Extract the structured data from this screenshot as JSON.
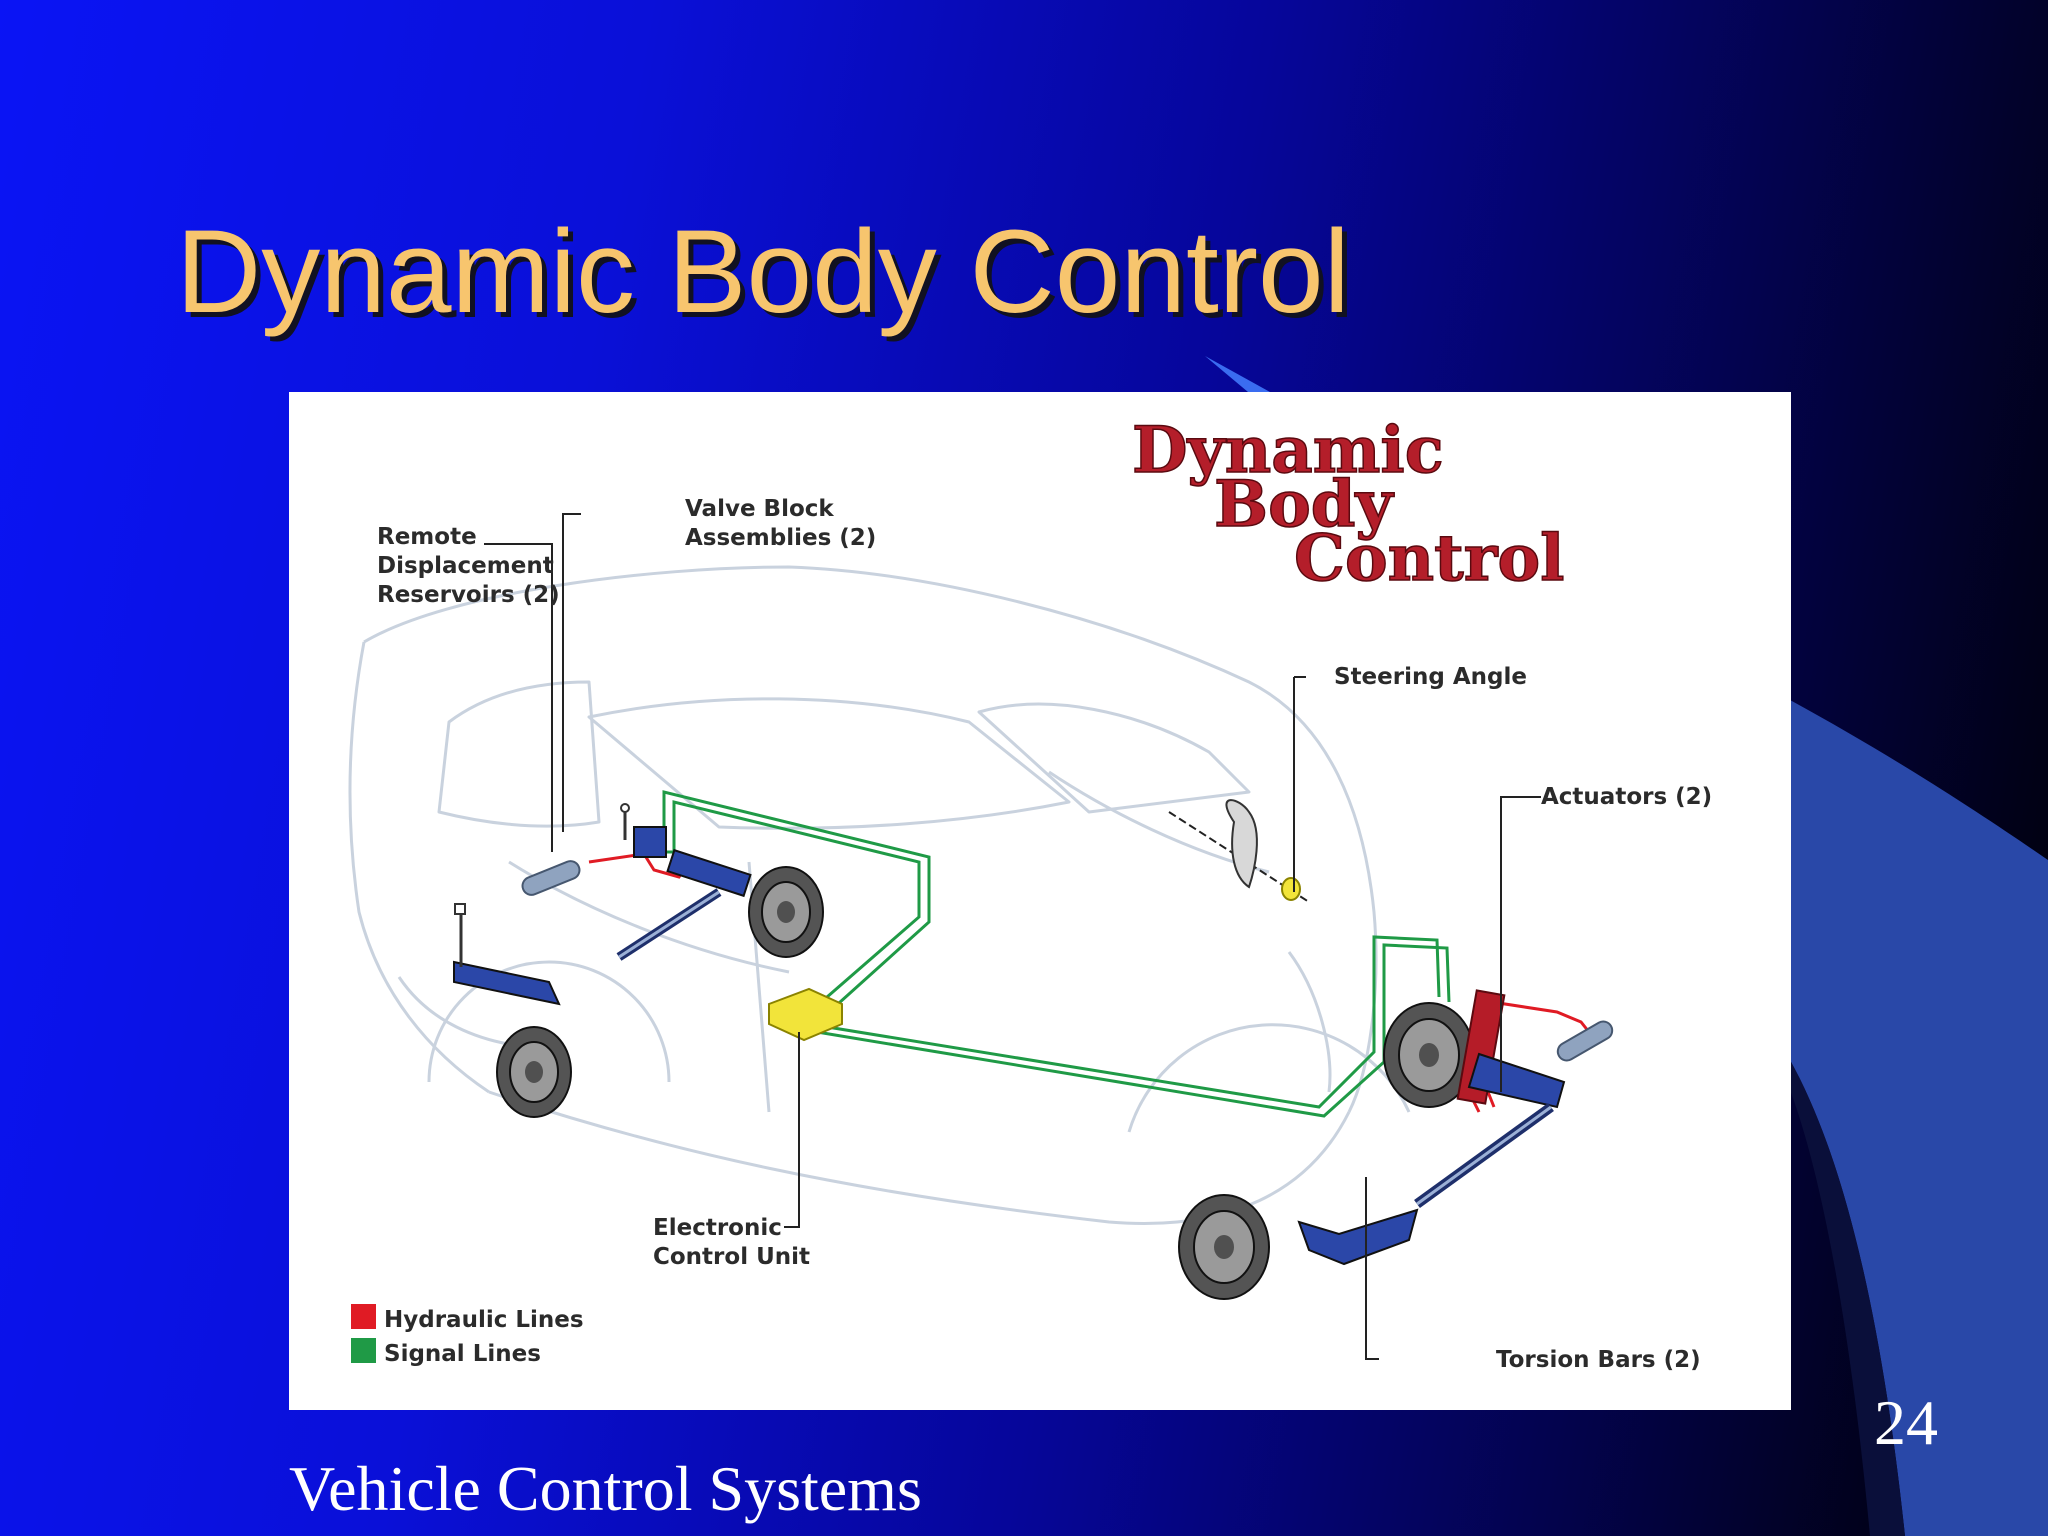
{
  "slide": {
    "title": "Dynamic Body Control",
    "footer": "Vehicle Control Systems",
    "page_number": "24"
  },
  "figure": {
    "logo": {
      "line1": "Dynamic",
      "line2": "Body",
      "line3": "Control"
    },
    "callouts": {
      "reservoirs": [
        "Remote",
        "Displacement",
        "Reservoirs (2)"
      ],
      "valve_block": [
        "Valve Block",
        "Assemblies (2)"
      ],
      "steering": [
        "Steering Angle"
      ],
      "actuators": [
        "Actuators (2)"
      ],
      "ecu": [
        "Electronic",
        "Control Unit"
      ],
      "torsion": [
        "Torsion Bars (2)"
      ]
    },
    "legend": [
      {
        "label": "Hydraulic Lines",
        "color": "#e01b24"
      },
      {
        "label": "Signal Lines",
        "color": "#1f9a46"
      }
    ],
    "colors": {
      "signal": "#1f9a46",
      "hydraulic": "#e01b24",
      "ecu": "#f2e43a",
      "component": "#2b47a8",
      "car_outline": "#c9d2de"
    }
  }
}
